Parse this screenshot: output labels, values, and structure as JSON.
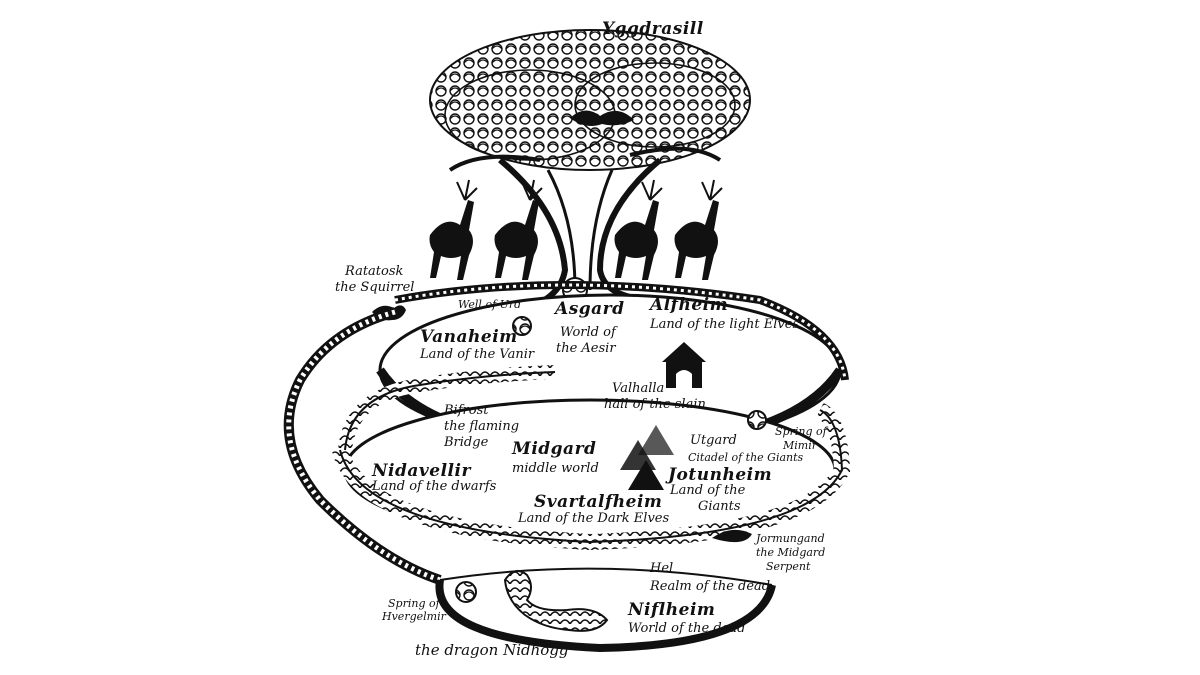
{
  "title": "Yggdrasill",
  "labels": {
    "ratatosk": "Ratatosk",
    "ratatosk_sub": "the Squirrel",
    "well_of_urd": "Well of Urd",
    "asgard": "Asgard",
    "asgard_sub1": "World of",
    "asgard_sub2": "the Aesir",
    "alfheim": "Alfheim",
    "alfheim_sub": "Land of the light Elves",
    "vanaheim": "Vanaheim",
    "vanaheim_sub": "Land of the Vanir",
    "valhalla": "Valhalla",
    "valhalla_sub": "hall of the slain",
    "bifrost": "Bifrost",
    "bifrost_sub1": "the flaming",
    "bifrost_sub2": "Bridge",
    "midgard": "Midgard",
    "midgard_sub": "middle world",
    "utgard": "Utgard",
    "utgard_sub": "Citadel of the Giants",
    "spring_mimir1": "Spring of",
    "spring_mimir2": "Mimir",
    "jotunheim": "Jotunheim",
    "jotunheim_sub1": "Land of the",
    "jotunheim_sub2": "Giants",
    "nidavellir": "Nidavellir",
    "nidavellir_sub": "Land of the dwarfs",
    "svartalfheim": "Svartalfheim",
    "svartalfheim_sub": "Land of the Dark Elves",
    "jormungand1": "Jormungand",
    "jormungand2": "the Midgard",
    "jormungand3": "Serpent",
    "hel": "Hel",
    "hel_sub": "Realm of the dead",
    "spring_hvergelmir1": "Spring of",
    "spring_hvergelmir2": "Hvergelmir",
    "niflheim": "Niflheim",
    "niflheim_sub": "World of the dead",
    "nidhogg": "the dragon Nidhogg"
  }
}
